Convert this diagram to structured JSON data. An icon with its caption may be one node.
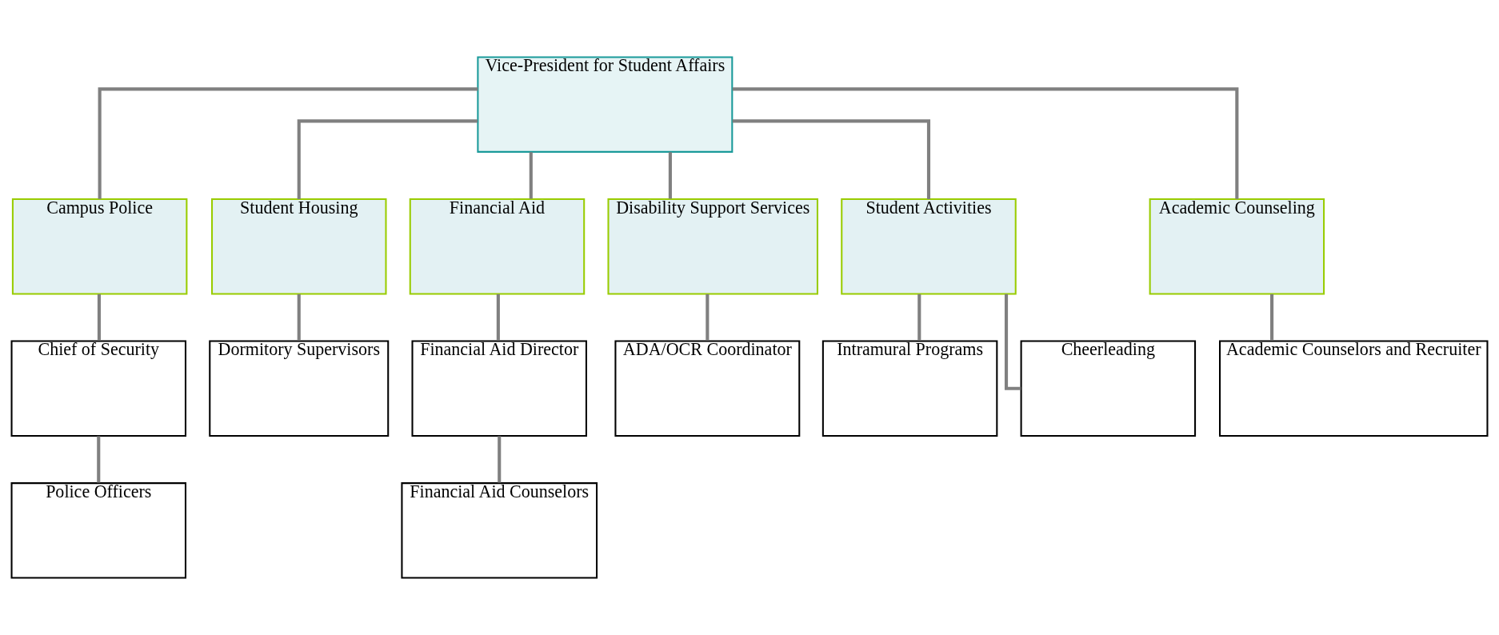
{
  "diagram": {
    "nodes": [
      {
        "text": [
          "Vice-President for Student Affairs"
        ]
      },
      {
        "text": [
          "Campus Police"
        ]
      },
      {
        "text": [
          "Student Housing"
        ]
      },
      {
        "text": [
          "Financial Aid"
        ]
      },
      {
        "text": [
          "Disability Support Services"
        ]
      },
      {
        "text": [
          "Student Activities"
        ]
      },
      {
        "text": [
          "Academic Counseling"
        ]
      },
      {
        "text": [
          "Chief of Security"
        ]
      },
      {
        "text": [
          "Dormitory Supervisors"
        ]
      },
      {
        "text": [
          "Financial Aid Director"
        ]
      },
      {
        "text": [
          "ADA/OCR Coordinator"
        ]
      },
      {
        "text": [
          "Intramural Programs"
        ]
      },
      {
        "text": [
          "Academic Counselors and Recruiter"
        ]
      },
      {
        "text": [
          "Police Officers"
        ]
      },
      {
        "text": [
          "Financial Aid Counselors"
        ]
      },
      {
        "text": [
          "Cheerleading"
        ]
      }
    ],
    "edges": [
      {
        "from": 0,
        "to": 1,
        "arrow": "none"
      },
      {
        "from": 0,
        "to": 2,
        "arrow": "none"
      },
      {
        "from": 0,
        "to": 3,
        "arrow": "none"
      },
      {
        "from": 0,
        "to": 4,
        "arrow": "none"
      },
      {
        "from": 0,
        "to": 5,
        "arrow": "none"
      },
      {
        "from": 0,
        "to": 6,
        "arrow": "none"
      },
      {
        "from": 1,
        "to": 7,
        "arrow": "none"
      },
      {
        "from": 7,
        "to": 13,
        "arrow": "none"
      },
      {
        "from": 2,
        "to": 8,
        "arrow": "none"
      },
      {
        "from": 3,
        "to": 9,
        "arrow": "none"
      },
      {
        "from": 9,
        "to": 14,
        "arrow": "none"
      },
      {
        "from": 4,
        "to": 10,
        "arrow": "none"
      },
      {
        "from": 5,
        "to": 11,
        "arrow": "none"
      },
      {
        "from": 5,
        "to": 15,
        "arrow": "none"
      },
      {
        "from": 6,
        "to": 12,
        "arrow": "none"
      }
    ]
  }
}
